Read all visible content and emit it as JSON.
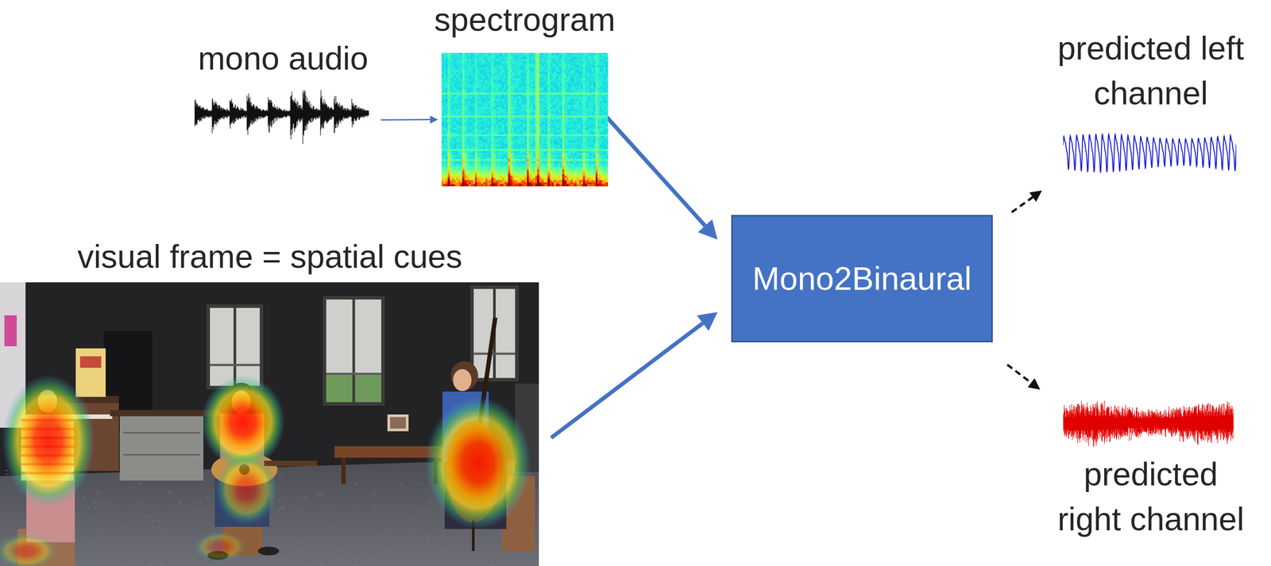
{
  "diagram": {
    "nodes": [
      {
        "text": [
          "mono audio"
        ]
      },
      {
        "text": [
          "spectrogram"
        ]
      },
      {
        "text": [
          "visual frame = spatial cues"
        ]
      },
      {
        "text": [
          "Mono2Binaural"
        ]
      },
      {
        "text": [
          "predicted left channel"
        ]
      },
      {
        "text": [
          "predicted right channel"
        ]
      }
    ],
    "edges": [
      {
        "from": 0,
        "to": 1,
        "arrow": "to"
      },
      {
        "from": 1,
        "to": 3,
        "arrow": "to"
      },
      {
        "from": 2,
        "to": 3,
        "arrow": "to"
      },
      {
        "from": 3,
        "to": 4,
        "arrow": "to"
      },
      {
        "from": 3,
        "to": 5,
        "arrow": "to"
      }
    ]
  }
}
